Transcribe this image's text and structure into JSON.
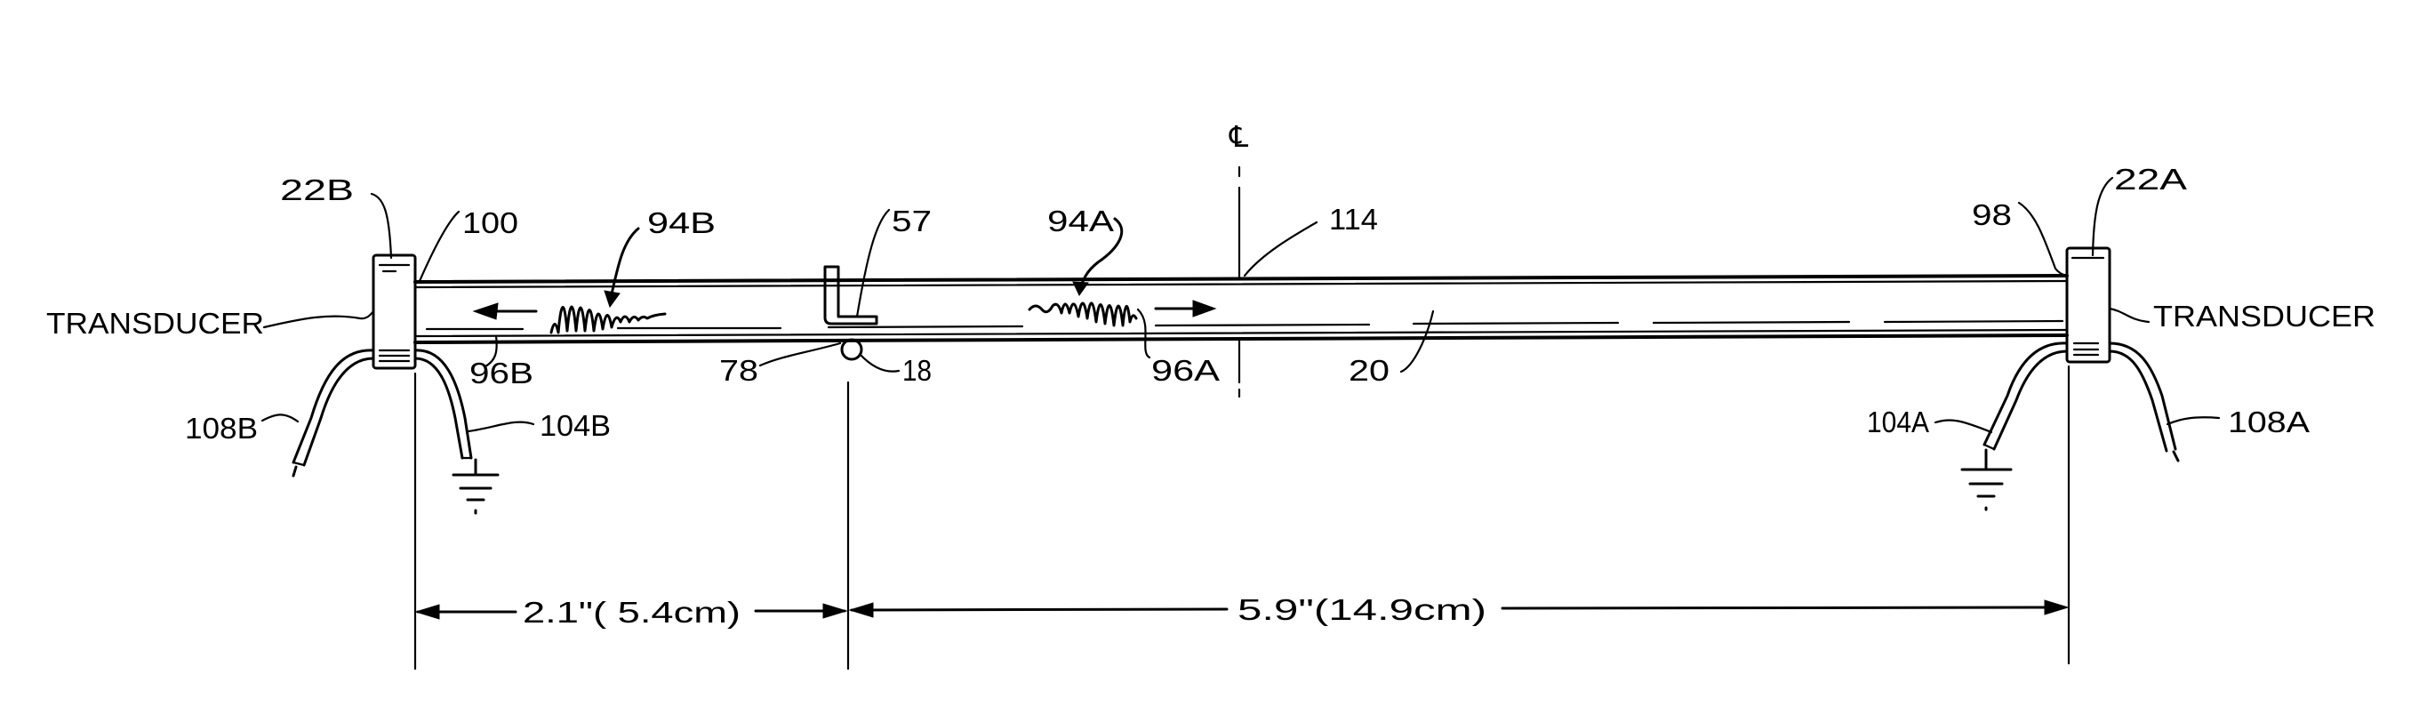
{
  "figure": {
    "type": "patent drawing",
    "description": "Acoustic waveguide rod with transducers at both ends, showing wave pulses traveling in opposite directions and a magnet/position marker",
    "centerline_symbol": "℄",
    "labels": {
      "transducer_left": "TRANSDUCER",
      "transducer_right": "TRANSDUCER",
      "ref_22B": "22B",
      "ref_22A": "22A",
      "ref_100": "100",
      "ref_98": "98",
      "ref_94B": "94B",
      "ref_94A": "94A",
      "ref_96B": "96B",
      "ref_96A": "96A",
      "ref_57": "57",
      "ref_78": "78",
      "ref_18": "18",
      "ref_114": "114",
      "ref_20": "20",
      "ref_108B": "108B",
      "ref_104B": "104B",
      "ref_104A": "104A",
      "ref_108A": "108A"
    },
    "dimensions": {
      "left": "2.1\"( 5.4cm)",
      "right": "5.9\"(14.9cm)"
    }
  }
}
